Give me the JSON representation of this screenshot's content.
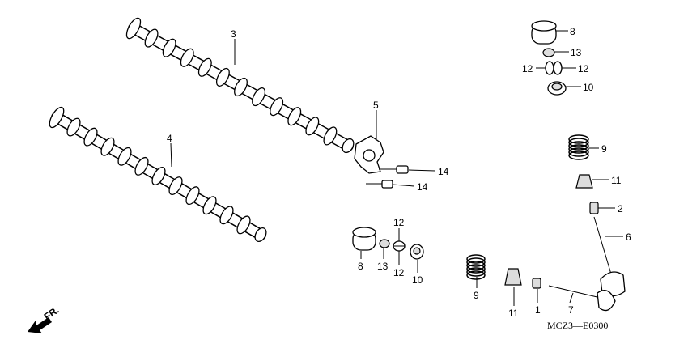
{
  "diagram": {
    "title_code": "MCZ3—E0300",
    "direction_label": "FR.",
    "callouts": {
      "camshaft_upper": "3",
      "camshaft_lower": "4",
      "plate": "5",
      "bolt_a": "14",
      "bolt_b": "14",
      "top_tappet": "8",
      "top_shim": "13",
      "top_cotter_left": "12",
      "top_cotter_right": "12",
      "top_retainer": "10",
      "right_spring": "9",
      "right_seal": "11",
      "right_guide": "2",
      "right_valve": "6",
      "mid_tappet": "8",
      "mid_shim": "13",
      "mid_cotter_top": "12",
      "mid_cotter_bottom": "12",
      "mid_retainer": "10",
      "bottom_spring": "9",
      "bottom_seal": "11",
      "bottom_guide": "1",
      "bottom_valve": "7"
    }
  }
}
